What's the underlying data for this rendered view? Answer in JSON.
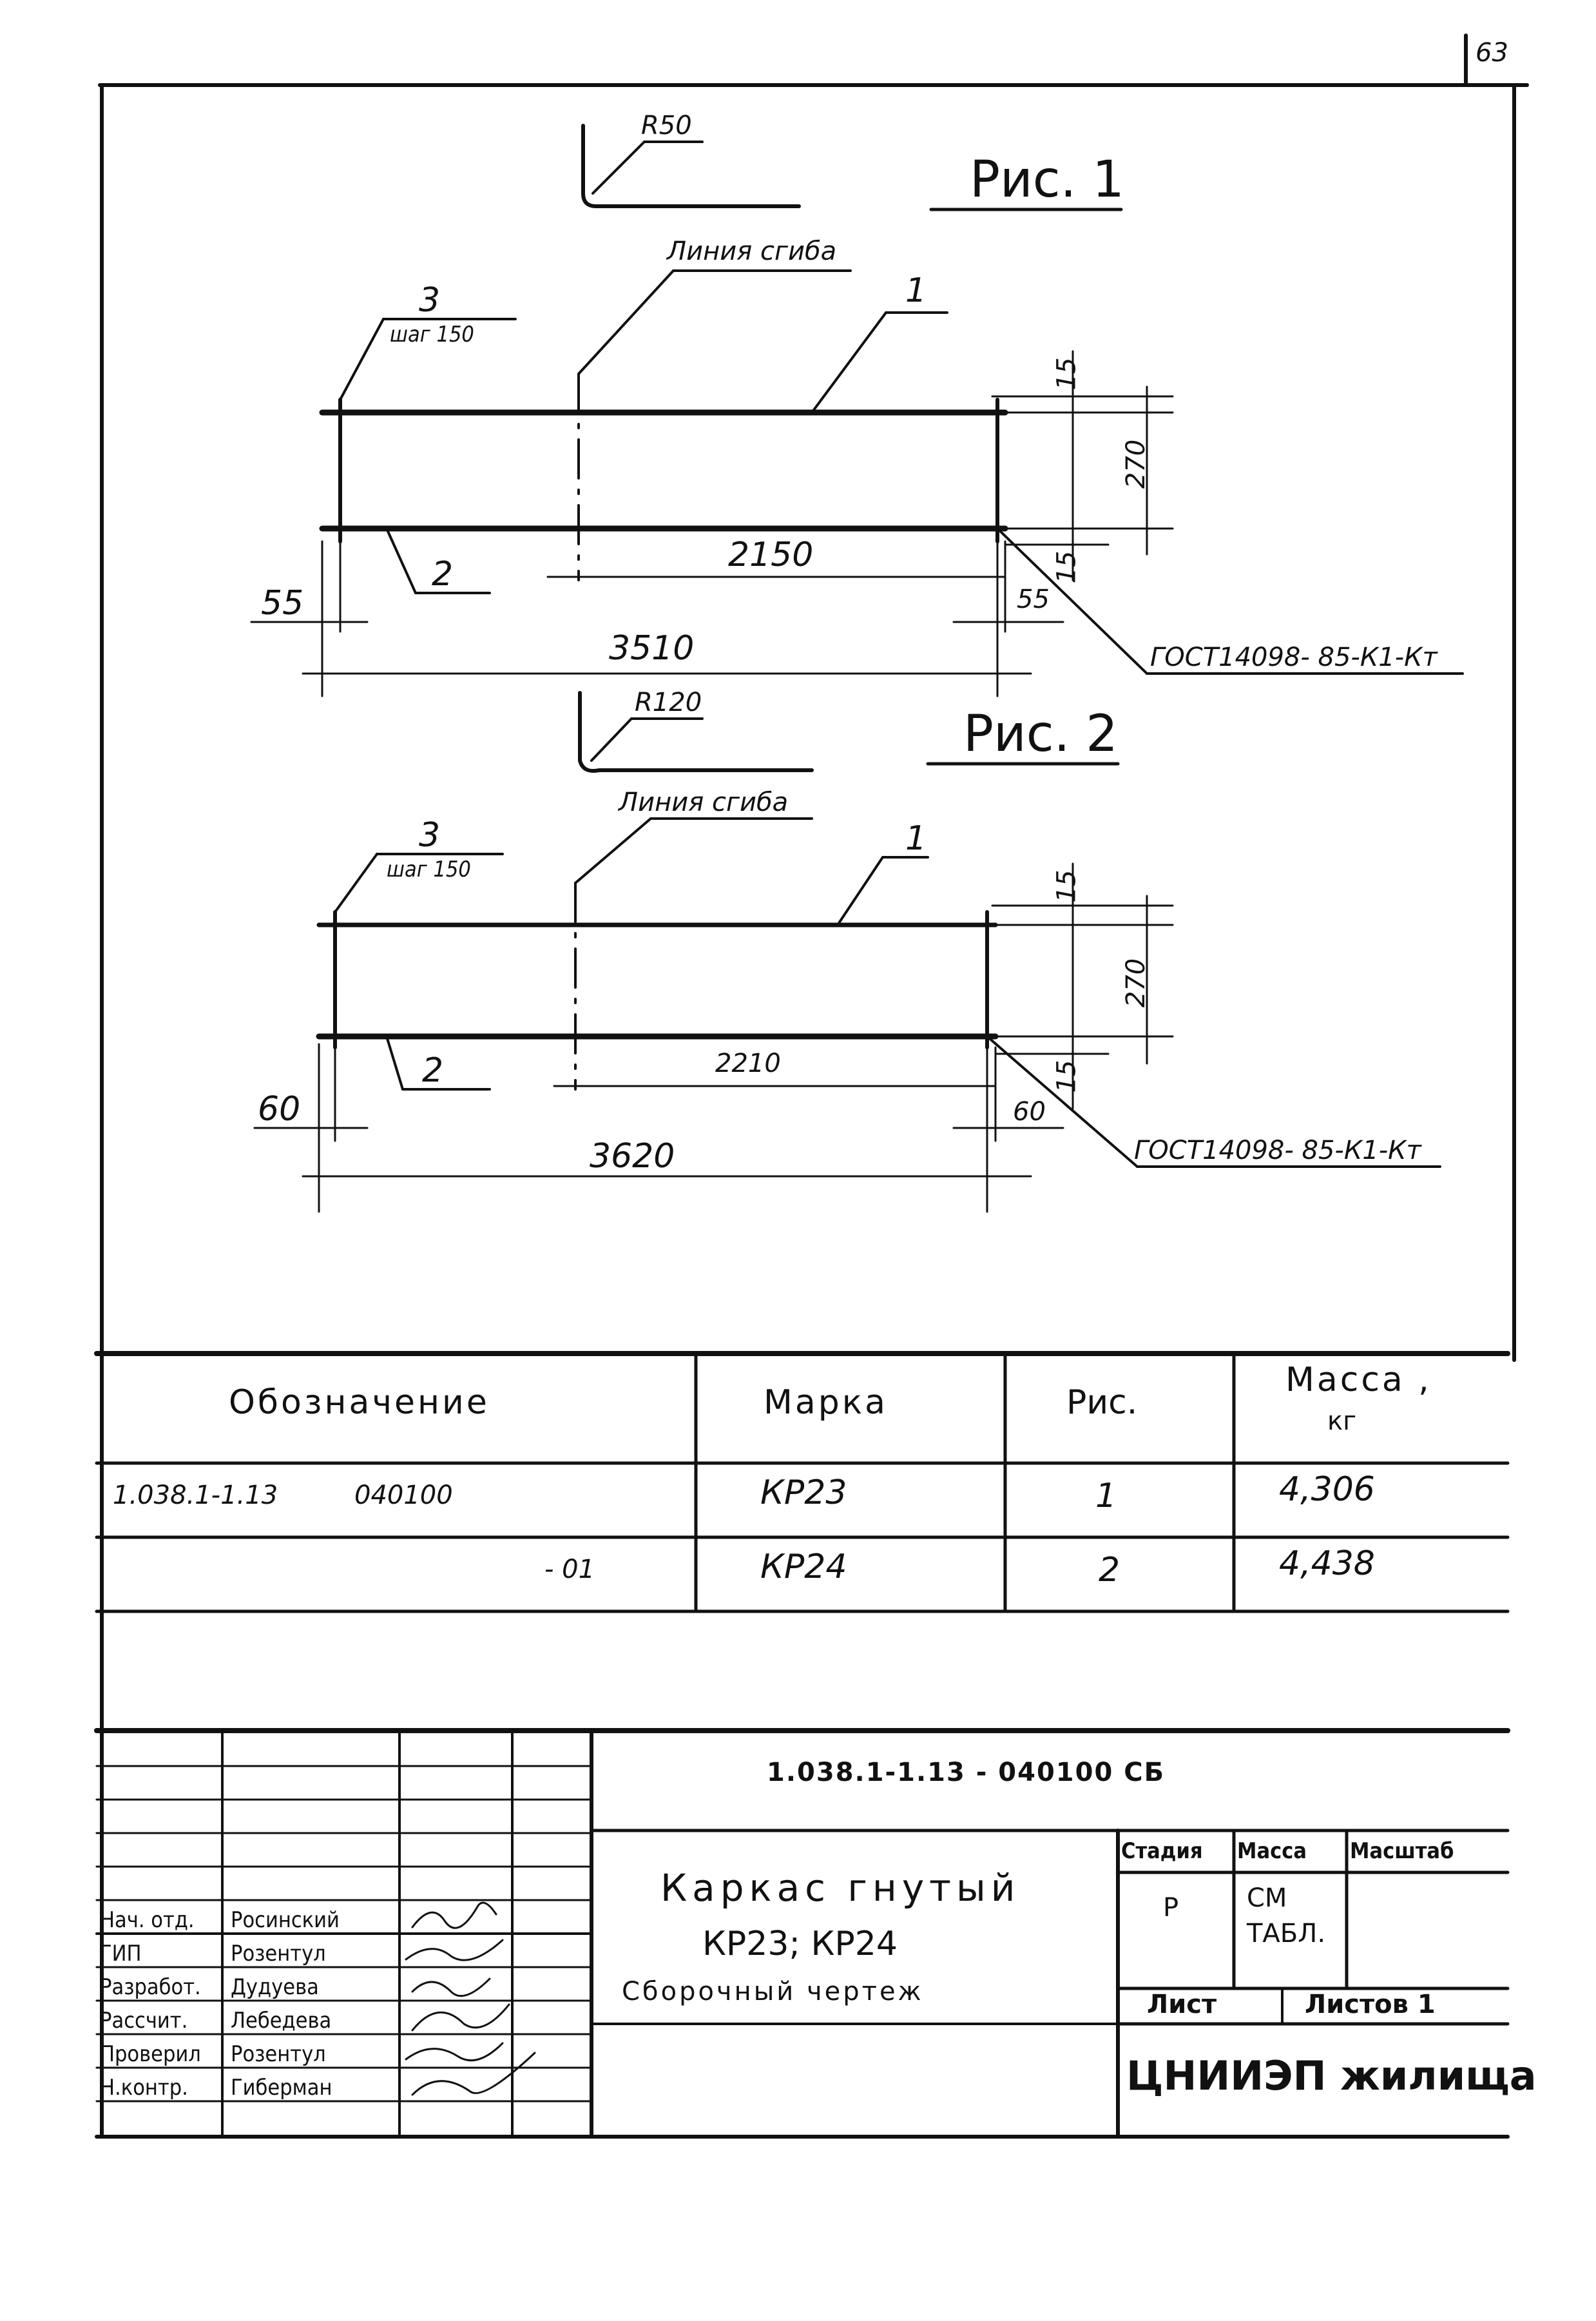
{
  "page_number": "63",
  "figure1": {
    "caption": "Рис. 1",
    "bend_radius": "R50",
    "bend_line": "Линия сгиба",
    "callout_3": "3",
    "pitch": "шаг 150",
    "callout_1": "1",
    "callout_2": "2",
    "dim_15_top": "15",
    "dim_270": "270",
    "dim_15_bot": "15",
    "dim_2150": "2150",
    "dim_55_left": "55",
    "dim_55_right": "55",
    "dim_total": "3510",
    "gost": "ГОСТ14098- 85-К1-Кт"
  },
  "figure2": {
    "caption": "Рис. 2",
    "bend_radius": "R120",
    "bend_line": "Линия сгиба",
    "callout_3": "3",
    "pitch": "шаг 150",
    "callout_1": "1",
    "callout_2": "2",
    "dim_15_top": "15",
    "dim_270": "270",
    "dim_15_bot": "15",
    "dim_2210": "2210",
    "dim_60_left": "60",
    "dim_60_right": "60",
    "dim_total": "3620",
    "gost": "ГОСТ14098- 85-К1-Кт"
  },
  "spec_table": {
    "headers": {
      "designation": "Обозначение",
      "mark": "Марка",
      "figure": "Рис.",
      "mass_line1": "Масса ,",
      "mass_line2": "кг"
    },
    "rows": [
      {
        "designation_a": "1.038.1-1.13",
        "designation_b": "040100",
        "mark": "КР23",
        "figure": "1",
        "mass": "4,306"
      },
      {
        "designation_a": "",
        "designation_b": "- 01",
        "mark": "КР24",
        "figure": "2",
        "mass": "4,438"
      }
    ]
  },
  "title_block": {
    "doc_code": "1.038.1-1.13 - 040100 СБ",
    "title_line1": "Каркас гнутый",
    "title_line2": "КР23; КР24",
    "title_line3": "Сборочный чертеж",
    "stage_label": "Стадия",
    "mass_label": "Масса",
    "scale_label": "Масштаб",
    "stage_value": "Р",
    "mass_value_1": "СМ",
    "mass_value_2": "ТАБЛ.",
    "sheet_label": "Лист",
    "sheets_label": "Листов 1",
    "organization": "ЦНИИЭП жилища",
    "signatures": [
      {
        "role": "Нач. отд.",
        "name": "Росинский"
      },
      {
        "role": "ГИП",
        "name": "Розентул"
      },
      {
        "role": "Разработ.",
        "name": "Дудуева"
      },
      {
        "role": "Рассчит.",
        "name": "Лебедева"
      },
      {
        "role": "Проверил",
        "name": "Розентул"
      },
      {
        "role": "Н.контр.",
        "name": "Гиберман"
      }
    ]
  }
}
